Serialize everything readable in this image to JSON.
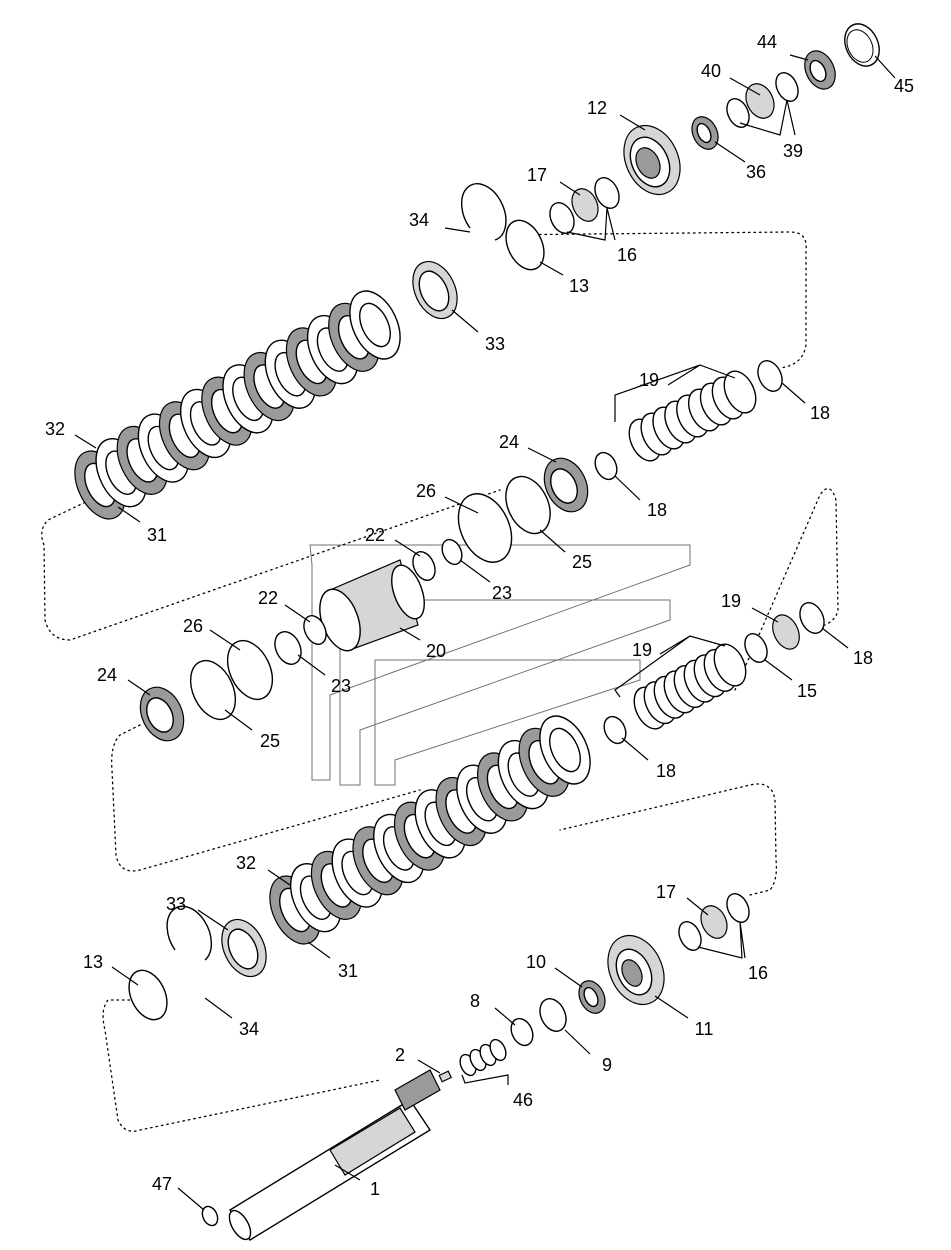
{
  "diagram": {
    "type": "exploded-parts-view",
    "callouts": [
      {
        "id": "c44",
        "label": "44"
      },
      {
        "id": "c45",
        "label": "45"
      },
      {
        "id": "c40",
        "label": "40"
      },
      {
        "id": "c39",
        "label": "39"
      },
      {
        "id": "c12",
        "label": "12"
      },
      {
        "id": "c36",
        "label": "36"
      },
      {
        "id": "c17a",
        "label": "17"
      },
      {
        "id": "c16a",
        "label": "16"
      },
      {
        "id": "c34a",
        "label": "34"
      },
      {
        "id": "c13a",
        "label": "13"
      },
      {
        "id": "c33a",
        "label": "33"
      },
      {
        "id": "c19a",
        "label": "19"
      },
      {
        "id": "c18a",
        "label": "18"
      },
      {
        "id": "c32a",
        "label": "32"
      },
      {
        "id": "c31a",
        "label": "31"
      },
      {
        "id": "c24a",
        "label": "24"
      },
      {
        "id": "c18b",
        "label": "18"
      },
      {
        "id": "c26a",
        "label": "26"
      },
      {
        "id": "c25a",
        "label": "25"
      },
      {
        "id": "c22a",
        "label": "22"
      },
      {
        "id": "c23a",
        "label": "23"
      },
      {
        "id": "c22b",
        "label": "22"
      },
      {
        "id": "c20",
        "label": "20"
      },
      {
        "id": "c26b",
        "label": "26"
      },
      {
        "id": "c23b",
        "label": "23"
      },
      {
        "id": "c24b",
        "label": "24"
      },
      {
        "id": "c25b",
        "label": "25"
      },
      {
        "id": "c19b",
        "label": "19"
      },
      {
        "id": "c18c",
        "label": "18"
      },
      {
        "id": "c19c",
        "label": "19"
      },
      {
        "id": "c15",
        "label": "15"
      },
      {
        "id": "c18d",
        "label": "18"
      },
      {
        "id": "c32b",
        "label": "32"
      },
      {
        "id": "c31b",
        "label": "31"
      },
      {
        "id": "c33b",
        "label": "33"
      },
      {
        "id": "c17b",
        "label": "17"
      },
      {
        "id": "c16b",
        "label": "16"
      },
      {
        "id": "c13b",
        "label": "13"
      },
      {
        "id": "c34b",
        "label": "34"
      },
      {
        "id": "c10",
        "label": "10"
      },
      {
        "id": "c11",
        "label": "11"
      },
      {
        "id": "c8",
        "label": "8"
      },
      {
        "id": "c9",
        "label": "9"
      },
      {
        "id": "c2",
        "label": "2"
      },
      {
        "id": "c46",
        "label": "46"
      },
      {
        "id": "c47",
        "label": "47"
      },
      {
        "id": "c1",
        "label": "1"
      }
    ]
  }
}
